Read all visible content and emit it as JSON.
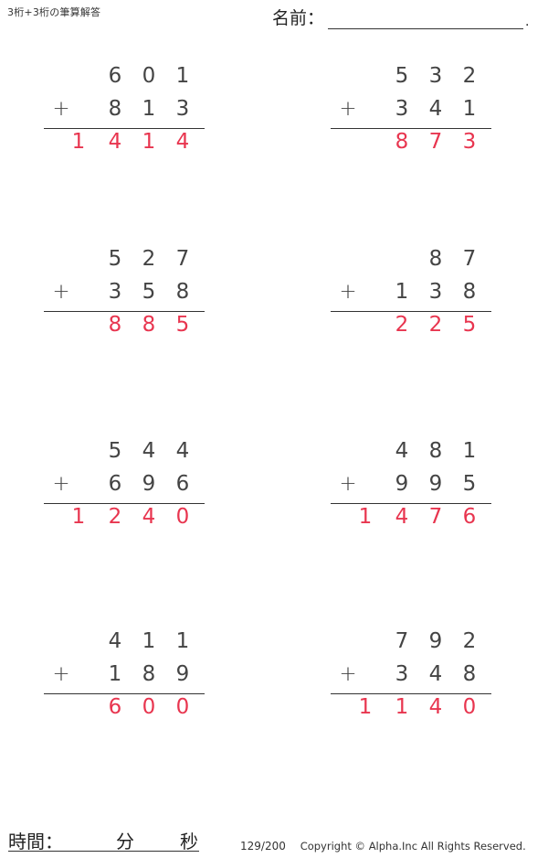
{
  "header": {
    "title": "3桁+3桁の筆算解答",
    "name_label": "名前：",
    "name_terminator": "."
  },
  "operator": "+",
  "answer_color": "#e8354f",
  "problems": [
    {
      "top": [
        "6",
        "0",
        "1"
      ],
      "bottom": [
        "8",
        "1",
        "3"
      ],
      "answer": [
        "1",
        "4",
        "1",
        "4"
      ]
    },
    {
      "top": [
        "5",
        "3",
        "2"
      ],
      "bottom": [
        "3",
        "4",
        "1"
      ],
      "answer": [
        "",
        "8",
        "7",
        "3"
      ]
    },
    {
      "top": [
        "5",
        "2",
        "7"
      ],
      "bottom": [
        "3",
        "5",
        "8"
      ],
      "answer": [
        "",
        "8",
        "8",
        "5"
      ]
    },
    {
      "top": [
        "",
        "8",
        "7"
      ],
      "bottom": [
        "1",
        "3",
        "8"
      ],
      "answer": [
        "",
        "2",
        "2",
        "5"
      ]
    },
    {
      "top": [
        "5",
        "4",
        "4"
      ],
      "bottom": [
        "6",
        "9",
        "6"
      ],
      "answer": [
        "1",
        "2",
        "4",
        "0"
      ]
    },
    {
      "top": [
        "4",
        "8",
        "1"
      ],
      "bottom": [
        "9",
        "9",
        "5"
      ],
      "answer": [
        "1",
        "4",
        "7",
        "6"
      ]
    },
    {
      "top": [
        "4",
        "1",
        "1"
      ],
      "bottom": [
        "1",
        "8",
        "9"
      ],
      "answer": [
        "",
        "6",
        "0",
        "0"
      ]
    },
    {
      "top": [
        "7",
        "9",
        "2"
      ],
      "bottom": [
        "3",
        "4",
        "8"
      ],
      "answer": [
        "1",
        "1",
        "4",
        "0"
      ]
    }
  ],
  "footer": {
    "time_label": "時間：",
    "minutes_label": "分",
    "seconds_label": "秒",
    "page": "129/200",
    "copyright": "Copyright © Alpha.Inc All Rights Reserved."
  }
}
